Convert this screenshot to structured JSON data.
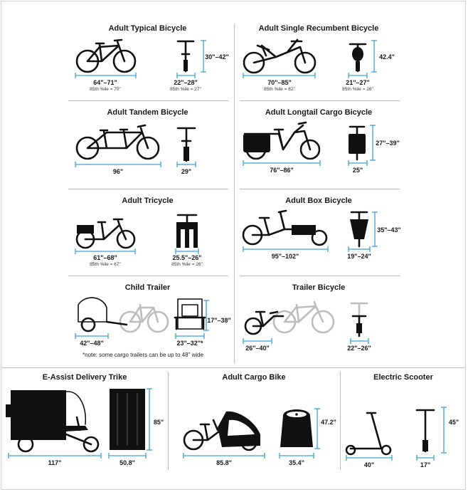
{
  "sections": {
    "adult_typical_bicycle": {
      "title": "Adult Typical Bicycle",
      "length": "64\"–71\"",
      "length_note": "85th %ile = 70\"",
      "width": "22\"–28\"",
      "width_note": "85th %ile = 27\"",
      "height": "30\"–42\""
    },
    "adult_single_recumbent_bicycle": {
      "title": "Adult Single Recumbent Bicycle",
      "length": "70\"–85\"",
      "length_note": "85th %ile = 82\"",
      "width": "21\"–27\"",
      "width_note": "85th %ile = 26\"",
      "height": "42.4\""
    },
    "adult_tandem_bicycle": {
      "title": "Adult Tandem Bicycle",
      "length": "96\"",
      "width": "29\""
    },
    "adult_longtail_cargo_bicycle": {
      "title": "Adult Longtail Cargo Bicycle",
      "length": "76\"–86\"",
      "width": "25\"",
      "height": "27\"–39\""
    },
    "adult_tricycle": {
      "title": "Adult Tricycle",
      "length": "61\"–68\"",
      "length_note": "85th %ile = 67\"",
      "width": "25.5\"–26\"",
      "width_note": "85th %ile = 26\""
    },
    "adult_box_bicycle": {
      "title": "Adult Box Bicycle",
      "length": "95\"–102\"",
      "width": "19\"–24\"",
      "height": "35\"–43\""
    },
    "child_trailer": {
      "title": "Child Trailer",
      "length": "42\"–48\"",
      "width": "23\"–32\"*",
      "height": "17\"–38\"",
      "note": "*note: some cargo trailers can be up to 48\" wide"
    },
    "trailer_bicycle": {
      "title": "Trailer Bicycle",
      "length": "26\"–40\"",
      "width": "22\"–26\""
    },
    "e_assist_delivery_trike": {
      "title": "E-Assist Delivery Trike",
      "length": "117\"",
      "width": "50.8\"",
      "height": "85\""
    },
    "adult_cargo_bike": {
      "title": "Adult Cargo Bike",
      "length": "85.8\"",
      "width": "35.4\"",
      "height": "47.2\""
    },
    "electric_scooter": {
      "title": "Electric Scooter",
      "length": "40\"",
      "width": "17\"",
      "height": "45\""
    }
  },
  "colors": {
    "dimension_line": "#3aa1d6",
    "silhouette": "#111111",
    "trailer_bike_gray": "#bdbdbd",
    "divider": "#b9b9b9"
  }
}
